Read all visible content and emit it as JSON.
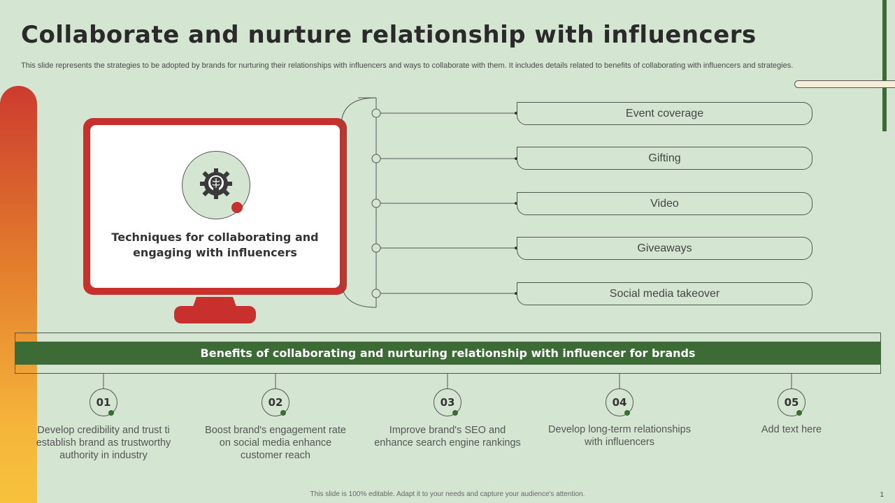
{
  "slide": {
    "title": "Collaborate and nurture relationship with influencers",
    "subtitle": "This slide represents the strategies to be adopted by brands for nurturing their relationships with influencers and ways to collaborate with them. It includes details related to benefits of collaborating with influencers and strategies.",
    "footer": "This slide is 100% editable. Adapt it to your needs and capture your audience's attention.",
    "page_number": "1"
  },
  "monitor": {
    "icon": "brain-gear-bulb-icon",
    "heading": "Techniques for collaborating and engaging with influencers"
  },
  "techniques": [
    {
      "label": "Event coverage"
    },
    {
      "label": "Gifting"
    },
    {
      "label": "Video"
    },
    {
      "label": "Giveaways"
    },
    {
      "label": "Social media takeover"
    }
  ],
  "benefits": {
    "heading": "Benefits of collaborating and nurturing relationship with influencer for brands",
    "items": [
      {
        "number": "01",
        "text": "Develop credibility and trust ti establish brand as trustworthy authority in industry"
      },
      {
        "number": "02",
        "text": "Boost brand's engagement rate on social media enhance customer reach"
      },
      {
        "number": "03",
        "text": "Improve brand's SEO and enhance search engine rankings"
      },
      {
        "number": "04",
        "text": "Develop long-term relationships with influencers"
      },
      {
        "number": "05",
        "text": "Add text here"
      }
    ]
  },
  "colors": {
    "background": "#d4e6d2",
    "accent_green": "#3d6b35",
    "accent_red": "#c8302d",
    "gradient_yellow": "#f7c33d"
  }
}
